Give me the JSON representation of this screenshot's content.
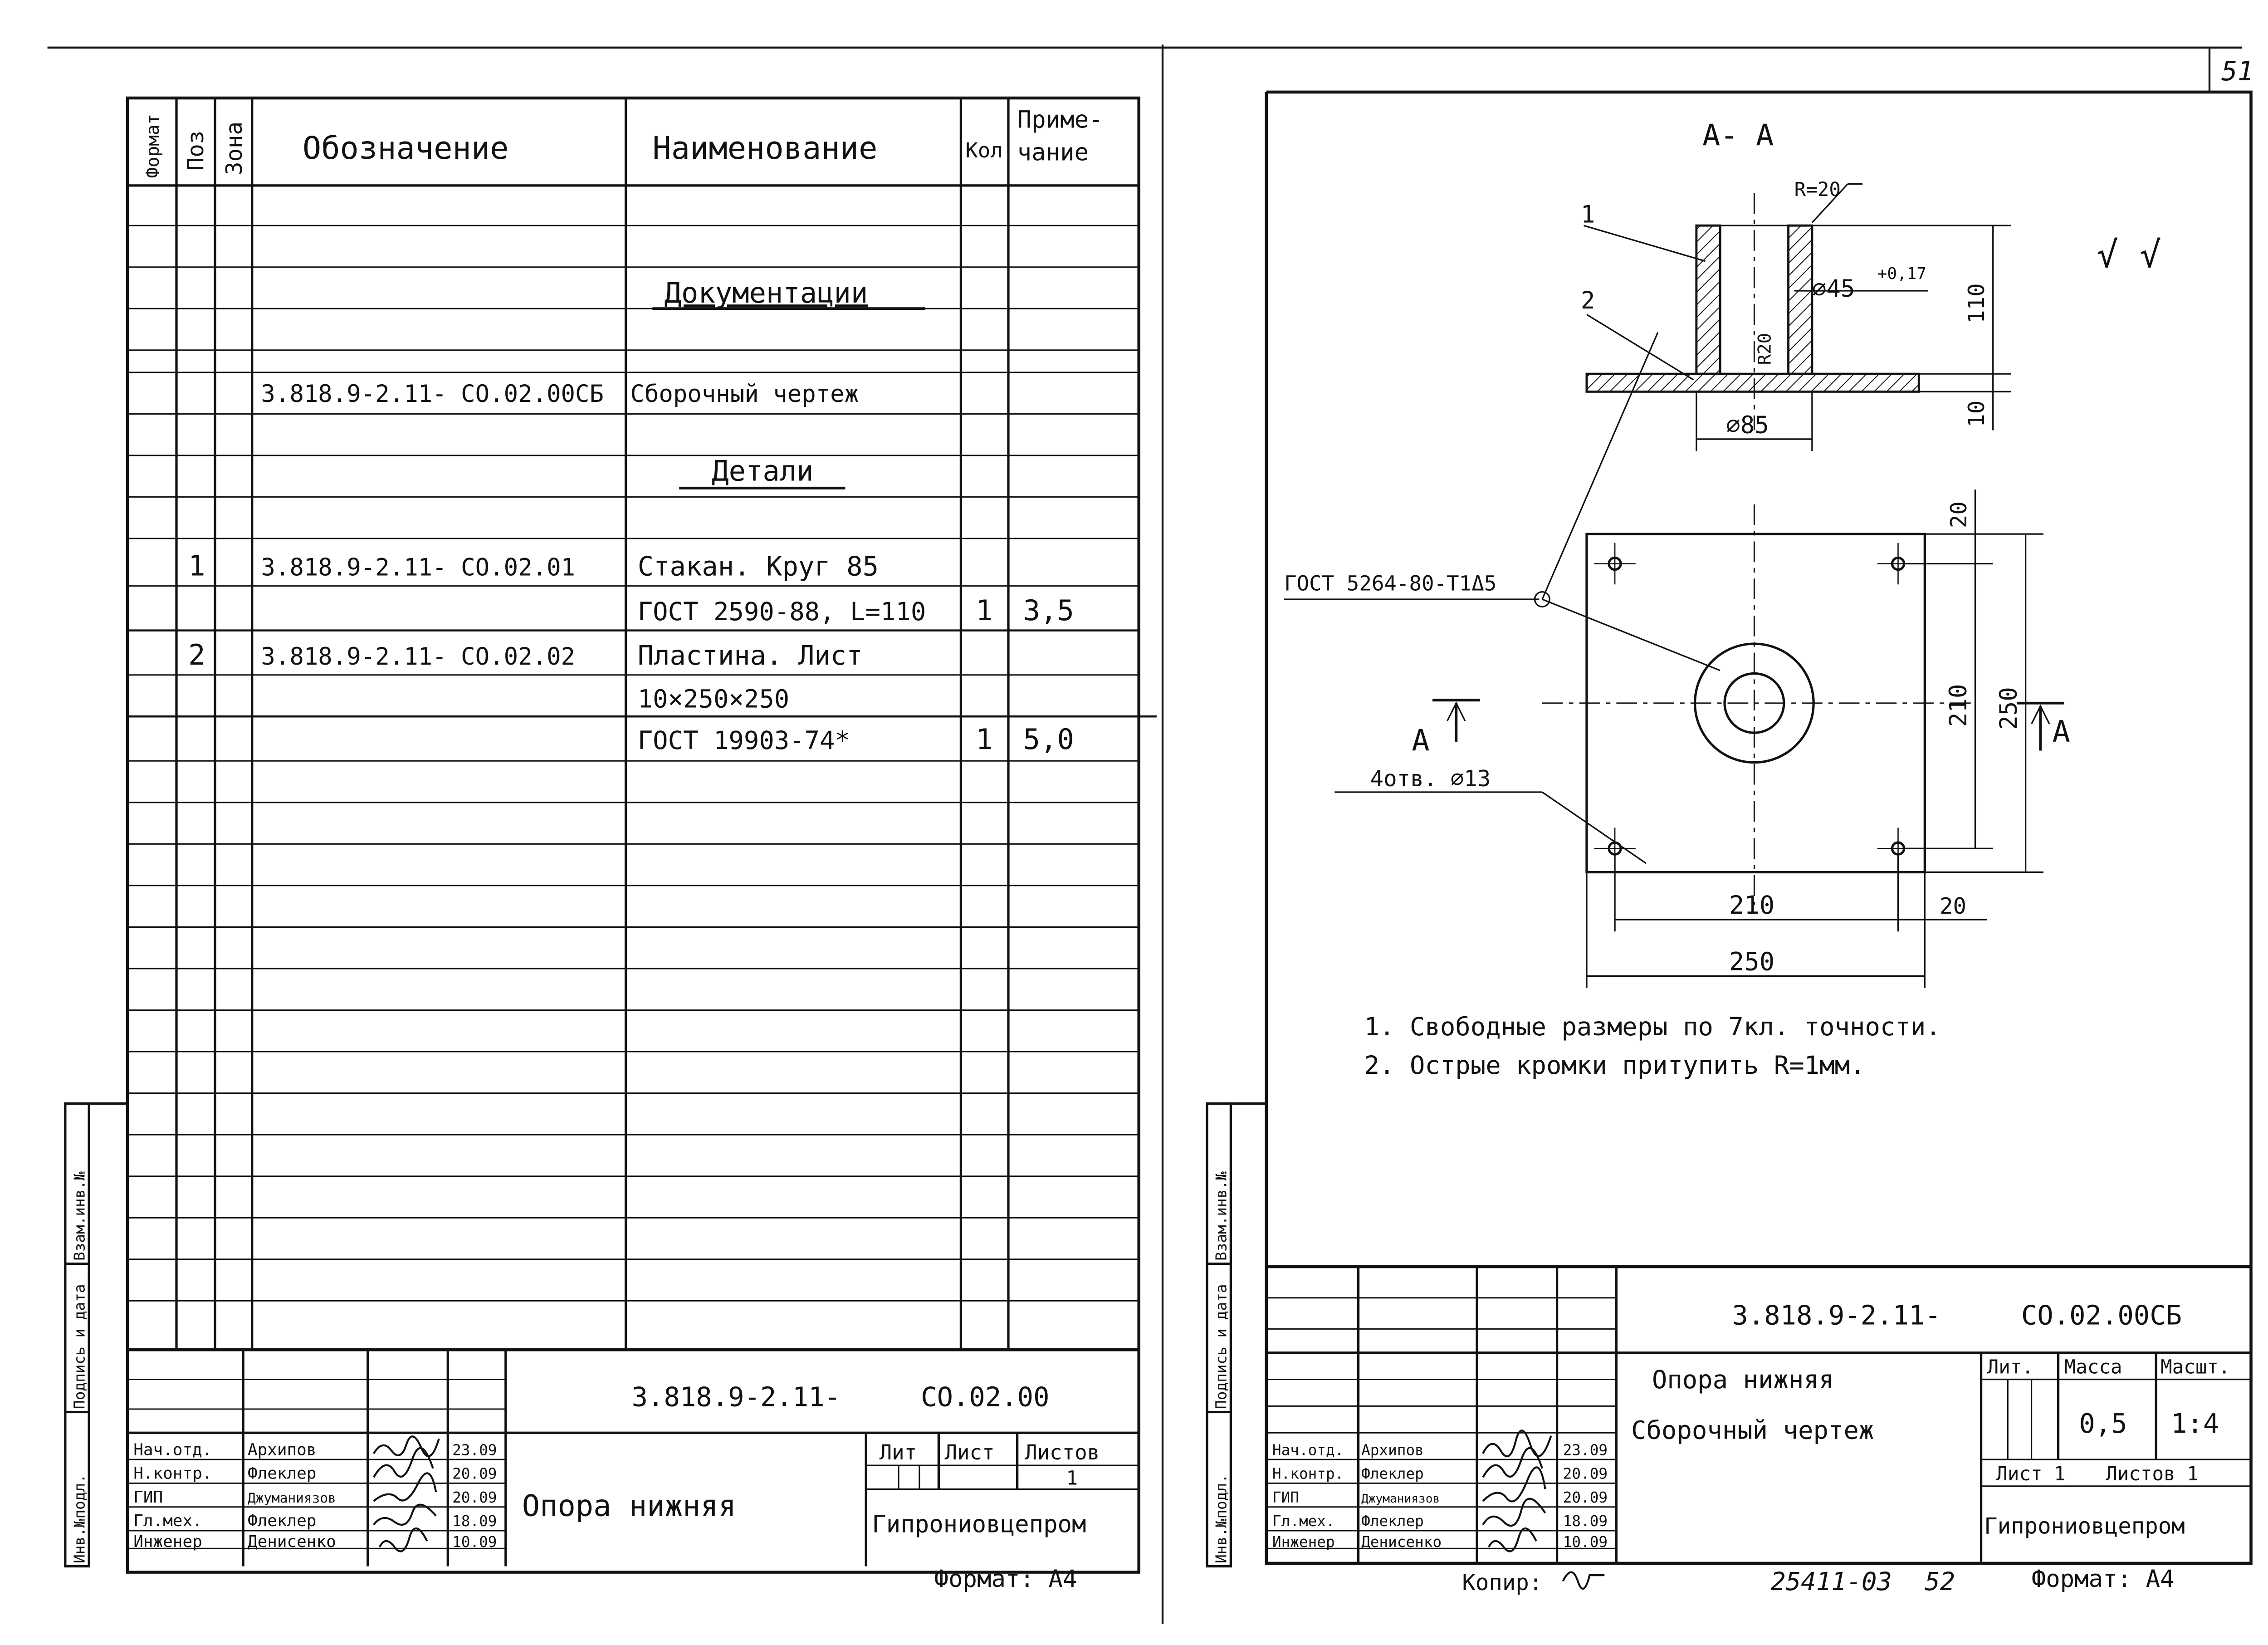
{
  "page_number": "51",
  "left_sheet": {
    "columns": {
      "format": "Формат",
      "pos": "Поз",
      "zone": "Зона",
      "designation": "Обозначение",
      "name": "Наименование",
      "qty": "Кол",
      "note": "Приме-\nчание"
    },
    "sections": {
      "documentation": "Документации",
      "parts": "Детали"
    },
    "rows": [
      {
        "pos": "",
        "designation": "3.818.9-2.11- СО.02.00СБ",
        "name": "Сборочный чертеж",
        "qty": "",
        "note": ""
      },
      {
        "pos": "1",
        "designation": "3.818.9-2.11- СО.02.01",
        "name": "Стакан. Круг 85",
        "qty": "",
        "note": ""
      },
      {
        "pos": "",
        "designation": "",
        "name": "ГОСТ 2590-88, L=110",
        "qty": "1",
        "note": "3,5"
      },
      {
        "pos": "2",
        "designation": "3.818.9-2.11- СО.02.02",
        "name": "Пластина. Лист",
        "qty": "",
        "note": ""
      },
      {
        "pos": "",
        "designation": "",
        "name": "10×250×250",
        "qty": "",
        "note": ""
      },
      {
        "pos": "",
        "designation": "",
        "name": "ГОСТ 19903-74*",
        "qty": "1",
        "note": "5,0"
      }
    ],
    "side_labels": [
      "Инв.№подл.",
      "Подпись и дата",
      "Взам.инв.№"
    ],
    "title_block": {
      "code": "3.818.9-2.11-     СО.02.00",
      "title": "Опора  нижняя",
      "lit": "Лит",
      "sheet": "Лист",
      "sheets": "Листов",
      "sheets_value": "1",
      "org": "Гипрониовцепром",
      "people": [
        {
          "role": "Нач.отд.",
          "name": "Архипов",
          "date": "23.09"
        },
        {
          "role": "Н.контр.",
          "name": "Флеклер",
          "date": "20.09"
        },
        {
          "role": "ГИП",
          "name": "Джуманиязов",
          "date": "20.09"
        },
        {
          "role": "Гл.мех.",
          "name": "Флеклер",
          "date": "18.09"
        },
        {
          "role": "Инженер",
          "name": "Денисенко",
          "date": "10.09"
        }
      ]
    },
    "format": "Формат: А4"
  },
  "right_sheet": {
    "section": "А- А",
    "dims": {
      "radius": "R=20",
      "hole": "⌀45",
      "tol": "+0,17",
      "height": "110",
      "plate": "10",
      "inner_r": "R20",
      "outer": "⌀85",
      "edge": "20",
      "holes_span": "210",
      "size": "250",
      "holes_span_h": "210",
      "edge_h": "20",
      "size_h": "250"
    },
    "weld": "ГОСТ 5264-80-Т1Δ5",
    "holes_note": "4отв. ⌀13",
    "markers": {
      "pos1": "1",
      "pos2": "2",
      "cut_letter": "А"
    },
    "roughness": "√ √",
    "notes": [
      "1. Свободные размеры по 7кл. точности.",
      "2. Острые кромки притупить R=1мм."
    ],
    "side_labels": [
      "Инв.№подл.",
      "Подпись и дата",
      "Взам.инв.№"
    ],
    "title_block": {
      "code": "3.818.9-2.11-     СО.02.00СБ",
      "title": "Опора нижняя",
      "subtitle": "Сборочный чертеж",
      "lit": "Лит.",
      "mass": "Масса",
      "scale": "Масшт.",
      "mass_value": "0,5",
      "scale_value": "1:4",
      "sheet": "Лист 1",
      "sheets": "Листов 1",
      "org": "Гипрониовцепром",
      "people": [
        {
          "role": "Нач.отд.",
          "name": "Архипов",
          "date": "23.09"
        },
        {
          "role": "Н.контр.",
          "name": "Флеклер",
          "date": "20.09"
        },
        {
          "role": "ГИП",
          "name": "Джуманиязов",
          "date": "20.09"
        },
        {
          "role": "Гл.мех.",
          "name": "Флеклер",
          "date": "18.09"
        },
        {
          "role": "Инженер",
          "name": "Денисенко",
          "date": "10.09"
        }
      ]
    },
    "copy": "Копир: ",
    "archive": "25411-03",
    "archive_page": "52",
    "format": "Формат: А4"
  }
}
